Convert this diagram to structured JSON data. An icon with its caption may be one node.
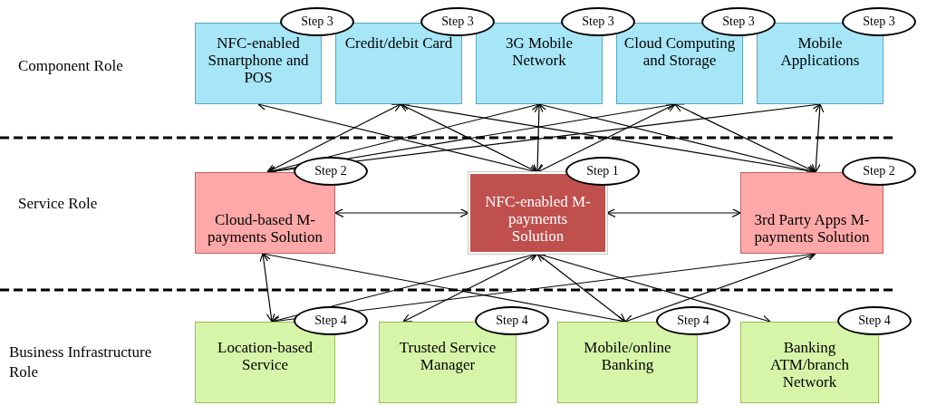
{
  "diagram": {
    "nodes": [
      {
        "text": [
          "NFC-enabled Smartphone and POS"
        ],
        "beside": [
          "Step 3"
        ]
      },
      {
        "text": [
          "Credit/debit Card"
        ],
        "beside": [
          "Step 3"
        ]
      },
      {
        "text": [
          "3G Mobile Network"
        ],
        "beside": [
          "Step 3"
        ]
      },
      {
        "text": [
          "Cloud Computing and Storage"
        ],
        "beside": [
          "Step 3"
        ]
      },
      {
        "text": [
          "Mobile Applications"
        ],
        "beside": [
          "Step 3"
        ]
      },
      {
        "text": [
          "Cloud-based M-payments Solution"
        ],
        "beside": [
          "Step 2"
        ]
      },
      {
        "text": [
          "NFC-enabled M-payments Solution"
        ],
        "beside": [
          "Step 1"
        ]
      },
      {
        "text": [
          "3rd Party Apps M-payments Solution"
        ],
        "beside": [
          "Step 2"
        ]
      },
      {
        "text": [
          "Location-based Service"
        ],
        "beside": [
          "Step 4"
        ]
      },
      {
        "text": [
          "Trusted Service Manager"
        ],
        "beside": [
          "Step 4"
        ]
      },
      {
        "text": [
          "Mobile/online Banking"
        ],
        "beside": [
          "Step 4"
        ]
      },
      {
        "text": [
          "Banking ATM/branch Network"
        ],
        "beside": [
          "Step 4"
        ]
      }
    ],
    "edges": [
      {
        "from": 1,
        "to": 5,
        "arrow": "both"
      },
      {
        "from": 2,
        "to": 5,
        "arrow": "both"
      },
      {
        "from": 3,
        "to": 5,
        "arrow": "both"
      },
      {
        "from": 4,
        "to": 5,
        "arrow": "both"
      },
      {
        "from": 0,
        "to": 6,
        "arrow": "both"
      },
      {
        "from": 1,
        "to": 6,
        "arrow": "both"
      },
      {
        "from": 2,
        "to": 6,
        "arrow": "both"
      },
      {
        "from": 3,
        "to": 6,
        "arrow": "both"
      },
      {
        "from": 1,
        "to": 7,
        "arrow": "both"
      },
      {
        "from": 2,
        "to": 7,
        "arrow": "both"
      },
      {
        "from": 3,
        "to": 7,
        "arrow": "both"
      },
      {
        "from": 4,
        "to": 7,
        "arrow": "both"
      },
      {
        "from": 5,
        "to": 6,
        "arrow": "both"
      },
      {
        "from": 6,
        "to": 7,
        "arrow": "both"
      },
      {
        "from": 5,
        "to": 8,
        "arrow": "both"
      },
      {
        "from": 5,
        "to": 10,
        "arrow": "both"
      },
      {
        "from": 6,
        "to": 8,
        "arrow": "both"
      },
      {
        "from": 6,
        "to": 9,
        "arrow": "both"
      },
      {
        "from": 6,
        "to": 10,
        "arrow": "both"
      },
      {
        "from": 6,
        "to": 11,
        "arrow": "both"
      },
      {
        "from": 7,
        "to": 8,
        "arrow": "both"
      },
      {
        "from": 7,
        "to": 10,
        "arrow": "both"
      }
    ],
    "labels": [
      "Component Role",
      "Service Role",
      "Business Infrastructure Role"
    ]
  }
}
